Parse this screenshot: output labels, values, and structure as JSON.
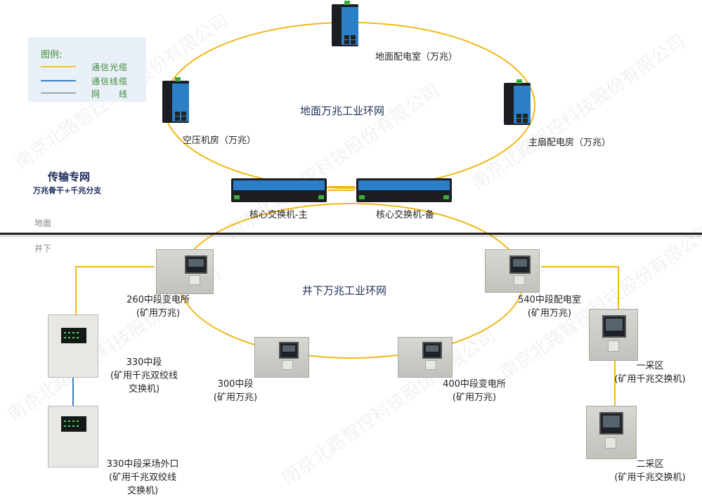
{
  "legend": {
    "title": "图例:",
    "items": [
      {
        "label": "通信光缆",
        "color": "#f0c040"
      },
      {
        "label": "通信线缆",
        "color": "#3a7fc4"
      },
      {
        "label": "网　　线",
        "color": "#5a6a80"
      }
    ]
  },
  "transport": {
    "title": "传输专网",
    "subtitle": "万兆骨干+千兆分支"
  },
  "zones": {
    "surface": "地面",
    "underground": "井下"
  },
  "rings": {
    "surface": "地面万兆工业环网",
    "underground": "井下万兆工业环网"
  },
  "colors": {
    "fiber": "#f2b817",
    "cable": "#3a7fc4",
    "divider": "#111111"
  },
  "surface_nodes": [
    {
      "id": "top",
      "label": "地面配电室（万兆）"
    },
    {
      "id": "left",
      "label": "空压机房（万兆）"
    },
    {
      "id": "right",
      "label": "主扇配电房（万兆）"
    }
  ],
  "core_switches": [
    {
      "id": "main",
      "label": "核心交换机-主"
    },
    {
      "id": "backup",
      "label": "核心交换机-备"
    }
  ],
  "underground_nodes": [
    {
      "id": "n260",
      "line1": "260中段变电所",
      "line2": "(矿用万兆)"
    },
    {
      "id": "n540",
      "line1": "540中段配电室",
      "line2": "(矿用万兆)"
    },
    {
      "id": "n300",
      "line1": "300中段",
      "line2": "(矿用万兆)"
    },
    {
      "id": "n400",
      "line1": "400中段变电所",
      "line2": "(矿用万兆)"
    }
  ],
  "branch_nodes": [
    {
      "id": "n330",
      "line1": "330中段",
      "line2": "(矿用千兆双绞线",
      "line3": "交换机)"
    },
    {
      "id": "n330b",
      "line1": "330中段采场外口",
      "line2": "(矿用千兆双绞线",
      "line3": "交换机)"
    },
    {
      "id": "a1",
      "line1": "一采区",
      "line2": "(矿用千兆交换机)"
    },
    {
      "id": "a2",
      "line1": "二采区",
      "line2": "(矿用千兆交换机)"
    }
  ],
  "watermark": "南京北路智控科技股份有限公司"
}
